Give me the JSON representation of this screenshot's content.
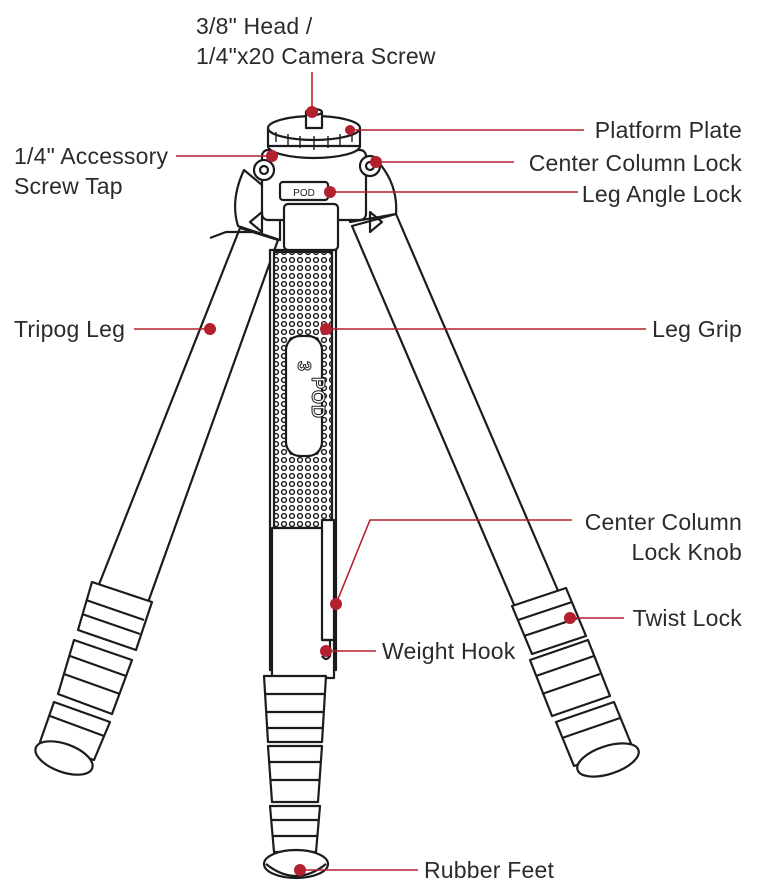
{
  "colors": {
    "accent": "#b3202e",
    "outline": "#1c1c1c",
    "text": "#2b2b2b"
  },
  "labels": {
    "head_line1": "3/8\" Head /",
    "head_line2": "1/4\"x20 Camera Screw",
    "platform_plate": "Platform Plate",
    "accessory_line1": "1/4\" Accessory",
    "accessory_line2": "Screw Tap",
    "center_column_lock": "Center Column Lock",
    "leg_angle_lock": "Leg Angle Lock",
    "tripod_leg": "Tripog Leg",
    "leg_grip": "Leg Grip",
    "center_column_knob_line1": "Center Column",
    "center_column_knob_line2": "Lock Knob",
    "twist_lock": "Twist Lock",
    "weight_hook": "Weight Hook",
    "rubber_feet": "Rubber Feet"
  },
  "brand": {
    "logo_text": "POD",
    "logo_mark": "3"
  }
}
